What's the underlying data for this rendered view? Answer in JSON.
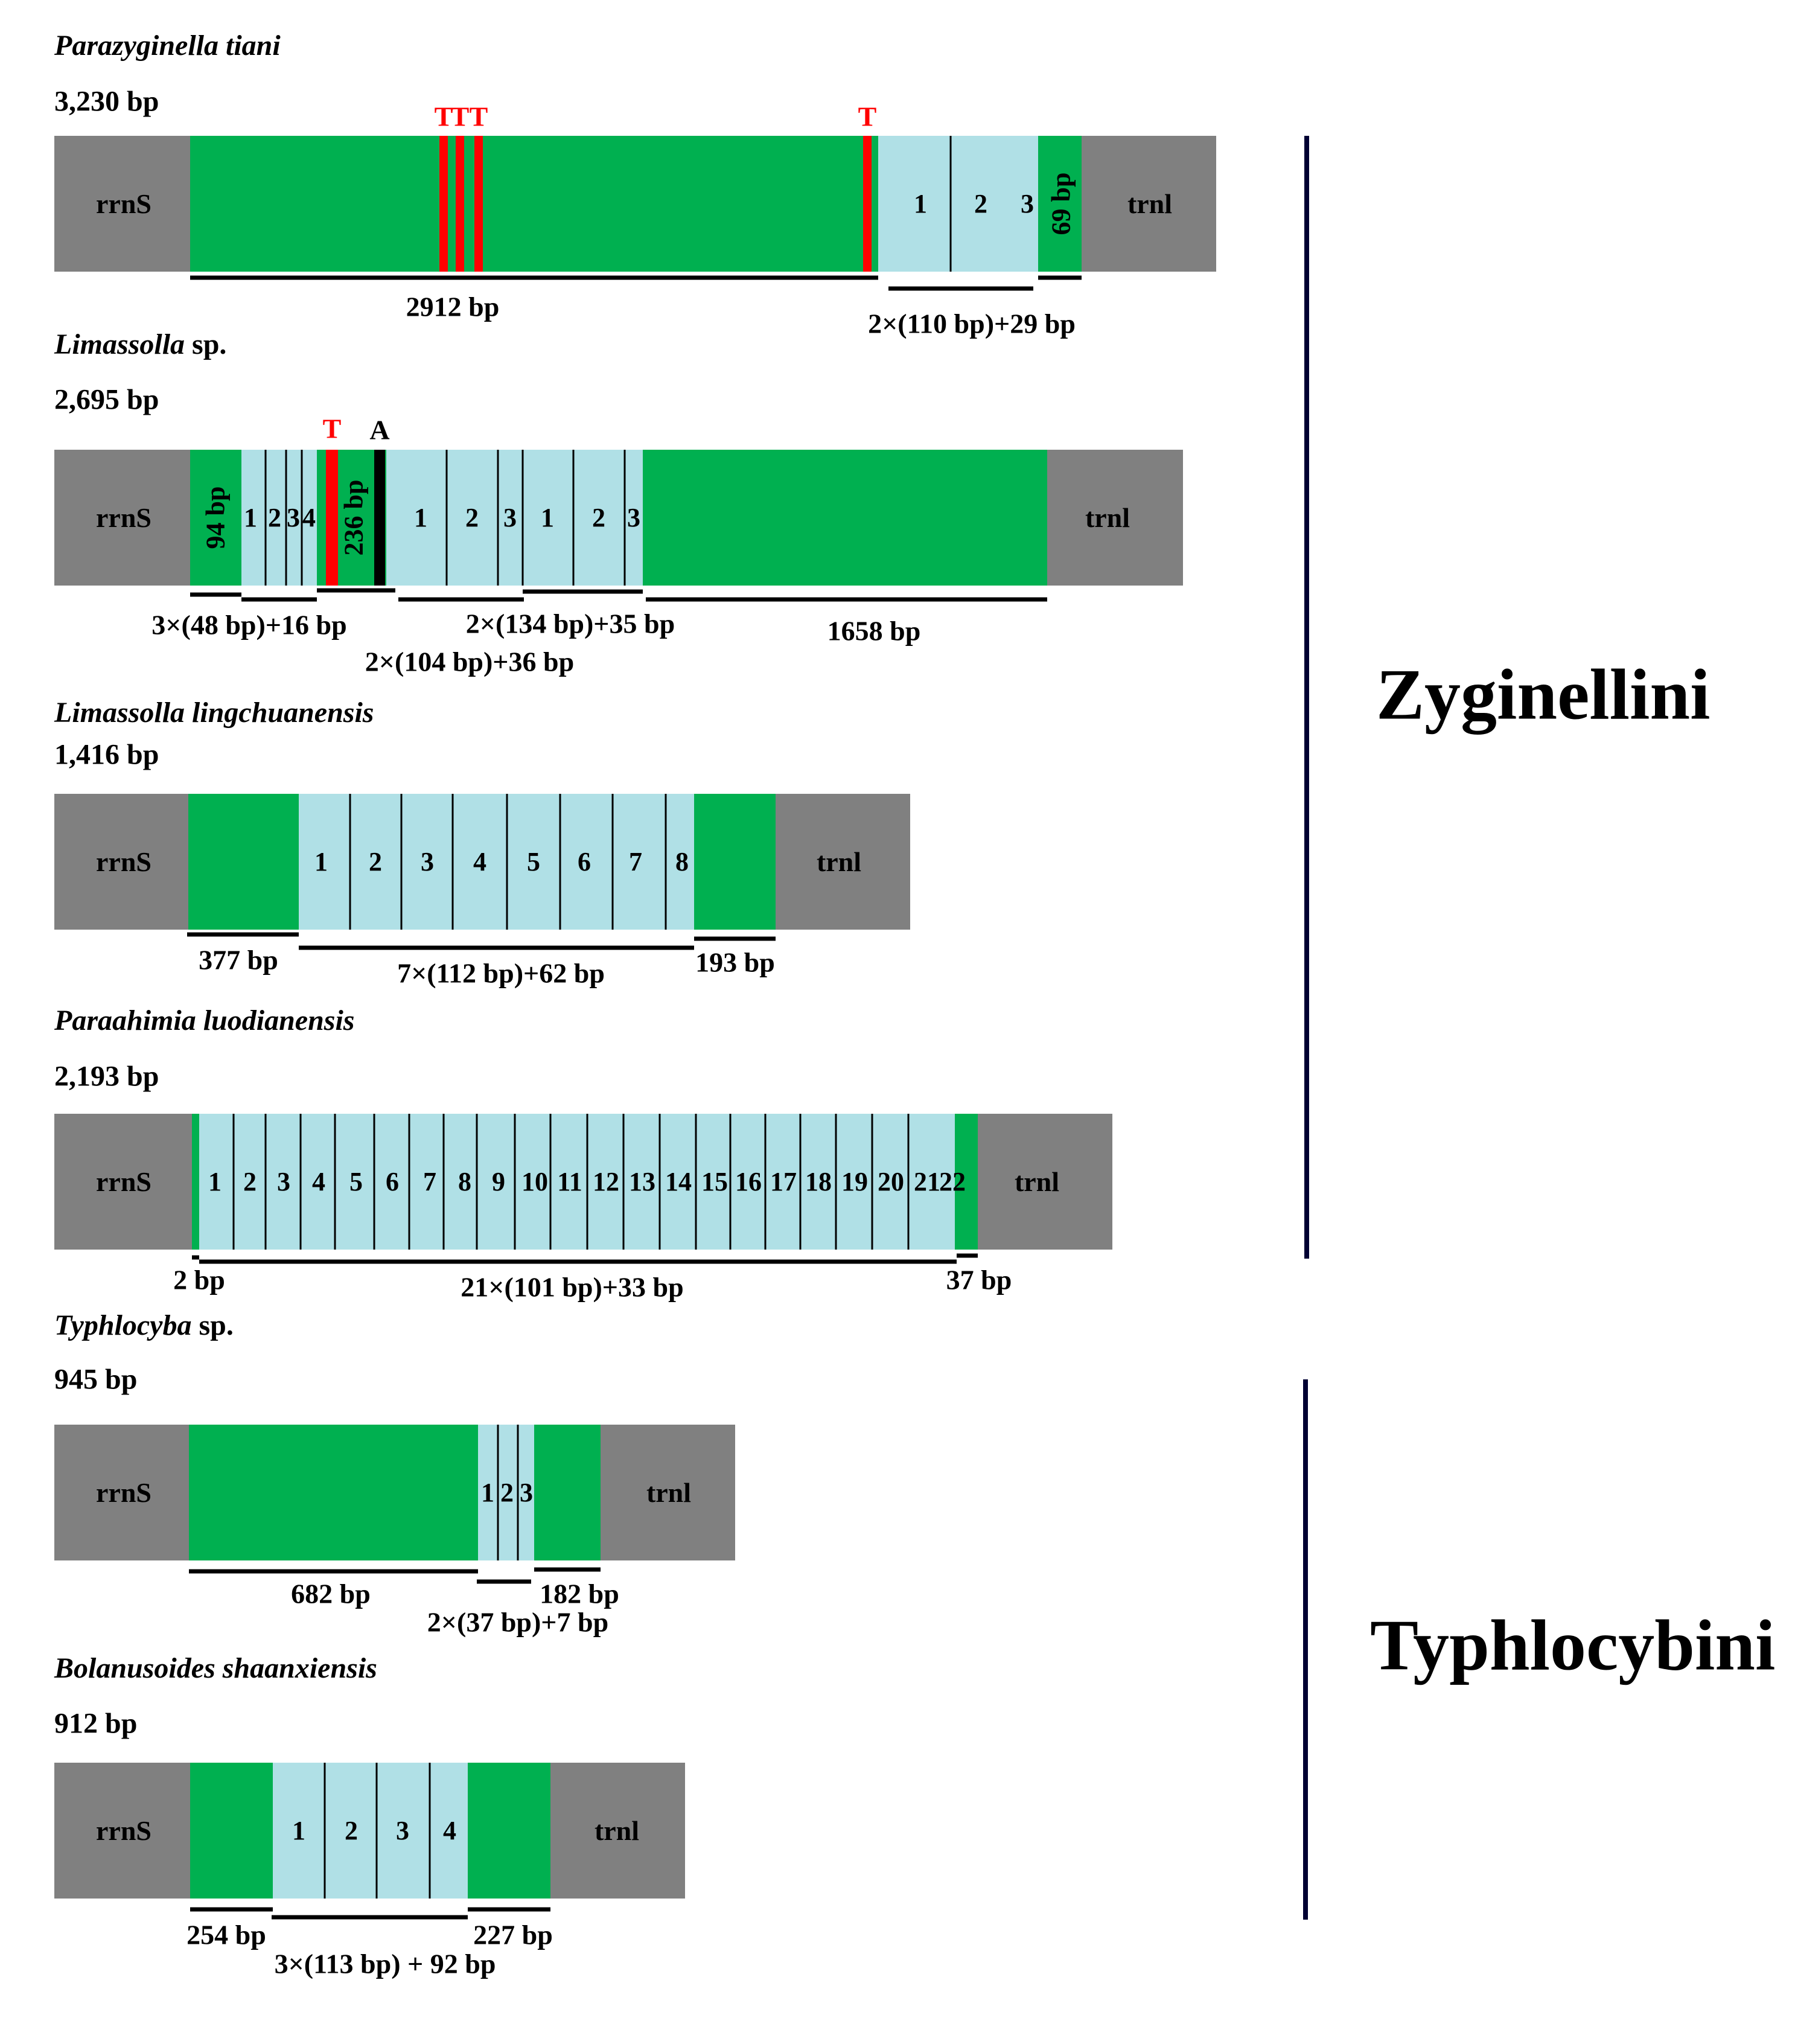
{
  "colors": {
    "flank": "#808080",
    "unique": "#00b050",
    "repeat": "#b0e0e6",
    "divider": "#000000",
    "mutation": "#ff0000",
    "underline": "#000000",
    "bracket": "#000033"
  },
  "taxa": [
    {
      "name": "Parazyginella tiani",
      "name_style": "italic",
      "length": "3,230 bp",
      "flank_left": "rrnS",
      "flank_right": "trnl",
      "repeat_labels": [
        "1",
        "2",
        "3"
      ],
      "rotated_labels": [
        "69 bp"
      ],
      "mutations": [
        {
          "base": "T",
          "color": "red"
        },
        {
          "base": "T",
          "color": "red"
        },
        {
          "base": "T",
          "color": "red"
        },
        {
          "base": "T",
          "color": "red"
        }
      ],
      "segment_labels": [
        "2912 bp",
        "2×(110 bp)+29 bp"
      ]
    },
    {
      "name": "Limassolla",
      "name_suffix": " sp.",
      "name_style": "italic-genus",
      "length": "2,695 bp",
      "flank_left": "rrnS",
      "flank_right": "trnl",
      "repeat_labels": [
        "1",
        "2",
        "3",
        "4",
        "1",
        "2",
        "3",
        "1",
        "2",
        "3"
      ],
      "rotated_labels": [
        "94 bp",
        "236 bp"
      ],
      "mutations": [
        {
          "base": "T",
          "color": "red"
        },
        {
          "base": "A",
          "color": "black"
        }
      ],
      "segment_labels": [
        "3×(48 bp)+16 bp",
        "2×(134 bp)+35 bp",
        "1658 bp",
        "2×(104 bp)+36 bp"
      ]
    },
    {
      "name": "Limassolla lingchuanensis",
      "name_style": "italic",
      "length": "1,416 bp",
      "flank_left": "rrnS",
      "flank_right": "trnl",
      "repeat_labels": [
        "1",
        "2",
        "3",
        "4",
        "5",
        "6",
        "7",
        "8"
      ],
      "segment_labels": [
        "377 bp",
        "7×(112 bp)+62 bp",
        "193 bp"
      ]
    },
    {
      "name": "Paraahimia luodianensis",
      "name_style": "italic",
      "length": "2,193 bp",
      "flank_left": "rrnS",
      "flank_right": "trnl",
      "repeat_labels": [
        "1",
        "2",
        "3",
        "4",
        "5",
        "6",
        "7",
        "8",
        "9",
        "10",
        "11",
        "12",
        "13",
        "14",
        "15",
        "16",
        "17",
        "18",
        "19",
        "20",
        "21",
        "22"
      ],
      "segment_labels": [
        "2 bp",
        "21×(101 bp)+33 bp",
        "37 bp"
      ]
    },
    {
      "name": "Typhlocyba",
      "name_suffix": " sp.",
      "name_style": "italic-genus",
      "length": "945 bp",
      "flank_left": "rrnS",
      "flank_right": "trnl",
      "repeat_labels": [
        "1",
        "2",
        "3"
      ],
      "segment_labels": [
        "682 bp",
        "182 bp",
        "2×(37 bp)+7 bp"
      ]
    },
    {
      "name": "Bolanusoides shaanxiensis",
      "name_style": "italic",
      "length": "912 bp",
      "flank_left": "rrnS",
      "flank_right": "trnl",
      "repeat_labels": [
        "1",
        "2",
        "3",
        "4"
      ],
      "segment_labels": [
        "254 bp",
        "227 bp",
        "3×(113 bp) + 92 bp"
      ]
    }
  ],
  "groups": [
    {
      "name": "Zyginellini"
    },
    {
      "name": "Typhlocybini"
    }
  ]
}
